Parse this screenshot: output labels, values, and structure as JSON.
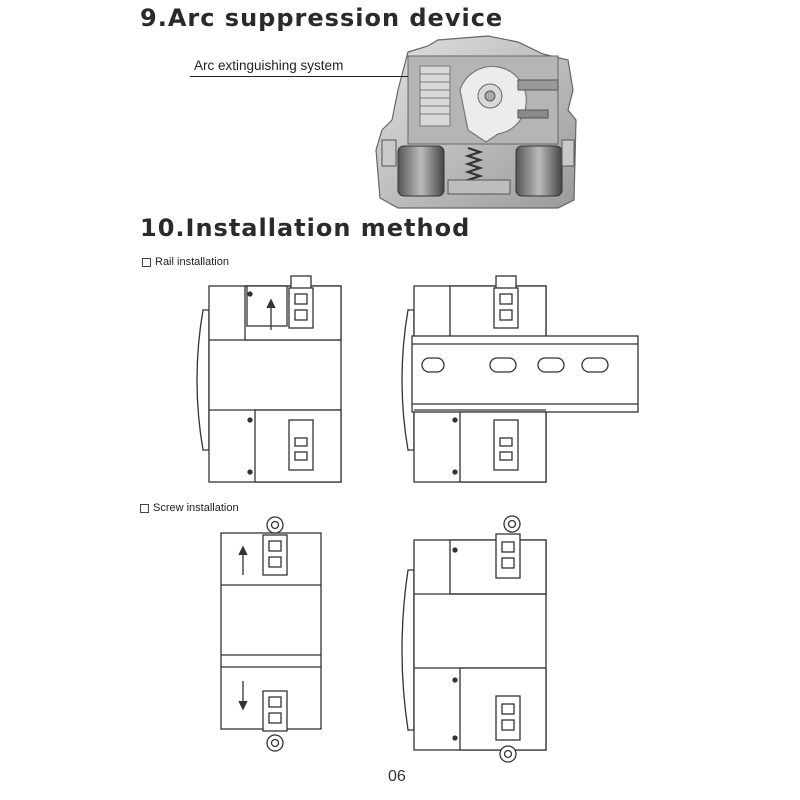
{
  "section9": {
    "title": "9.Arc suppression device",
    "callout": "Arc extinguishing system"
  },
  "section10": {
    "title": "10.Installation method",
    "options": [
      {
        "label": "Rail installation"
      },
      {
        "label": "Screw installation"
      }
    ]
  },
  "footer": {
    "page_number": "06"
  }
}
